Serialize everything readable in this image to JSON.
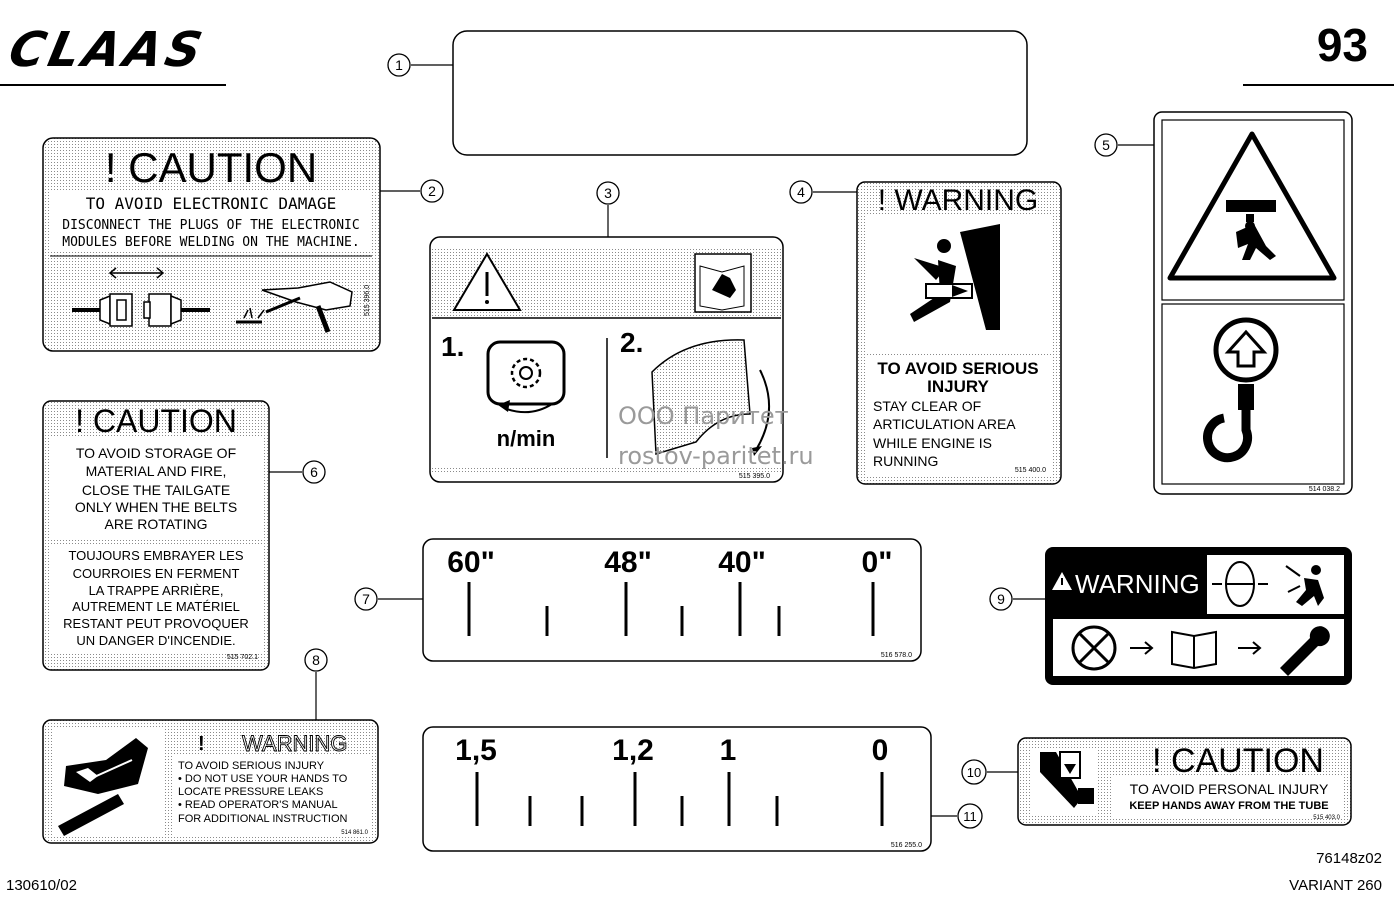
{
  "header": {
    "logo": "CLAAS",
    "page_number": "93"
  },
  "footer": {
    "doc_id": "130610/02",
    "drawing_id": "76148z02",
    "model": "VARIANT 260"
  },
  "watermark": {
    "line1": "ООО Паритет",
    "line2": "rostov-paritet.ru"
  },
  "callouts": [
    "1",
    "2",
    "3",
    "4",
    "5",
    "6",
    "7",
    "8",
    "9",
    "10",
    "11"
  ],
  "decals": {
    "d2": {
      "title": "! CAUTION",
      "lines": [
        "TO AVOID ELECTRONIC DAMAGE",
        "DISCONNECT THE PLUGS OF THE ELECTRONIC",
        "MODULES BEFORE WELDING ON THE MACHINE."
      ],
      "part": "515 396.0"
    },
    "d3": {
      "step1": "1.",
      "step2": "2.",
      "unit": "n/min",
      "part": "515 395.0"
    },
    "d4": {
      "title": "! WARNING",
      "heading": [
        "TO AVOID SERIOUS",
        "INJURY"
      ],
      "lines": [
        "STAY CLEAR OF",
        "ARTICULATION AREA",
        "WHILE ENGINE IS",
        "RUNNING"
      ],
      "part": "515 400.0"
    },
    "d5": {
      "part": "514 038.2"
    },
    "d6": {
      "title": "! CAUTION",
      "en": [
        "TO AVOID STORAGE OF",
        "MATERIAL AND FIRE,",
        "CLOSE THE TAILGATE",
        "ONLY WHEN THE BELTS",
        "ARE ROTATING"
      ],
      "fr": [
        "TOUJOURS EMBRAYER LES",
        "COURROIES EN FERMENT",
        "LA TRAPPE ARRIÈRE,",
        "AUTREMENT LE MATÉRIEL",
        "RESTANT PEUT PROVOQUER",
        "UN DANGER D'INCENDIE."
      ],
      "part": "515 702.1"
    },
    "d7": {
      "labels": [
        "60\"",
        "48\"",
        "40\"",
        "0\""
      ],
      "part": "516 578.0"
    },
    "d8": {
      "title": "WARNING",
      "lines": [
        "TO AVOID SERIOUS INJURY",
        "• DO NOT USE YOUR HANDS TO",
        "   LOCATE PRESSURE LEAKS",
        "• READ OPERATOR'S MANUAL",
        "   FOR ADDITIONAL INSTRUCTION"
      ],
      "part": "514 861.0"
    },
    "d9": {
      "title": "WARNING"
    },
    "d10": {
      "title": "! CAUTION",
      "lines": [
        "TO AVOID PERSONAL INJURY",
        "KEEP HANDS AWAY FROM THE TUBE"
      ],
      "part": "515 403.0"
    },
    "d11": {
      "labels": [
        "1,5",
        "1,2",
        "1",
        "0"
      ],
      "part": "516 255.0"
    }
  }
}
